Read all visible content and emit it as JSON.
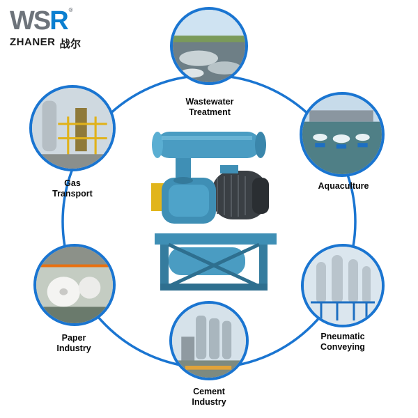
{
  "logo": {
    "mark_ws": "WS",
    "mark_r": "R",
    "registered": "®",
    "brand": "ZHANER",
    "brand_cn": "战尔"
  },
  "applications": [
    {
      "id": "wastewater",
      "line1": "Wastewater",
      "line2": "Treatment"
    },
    {
      "id": "aquaculture",
      "line1": "Aquaculture",
      "line2": ""
    },
    {
      "id": "pneumatic",
      "line1": "Pneumatic",
      "line2": "Conveying"
    },
    {
      "id": "cement",
      "line1": "Cement",
      "line2": "Industry"
    },
    {
      "id": "paper",
      "line1": "Paper",
      "line2": "Industry"
    },
    {
      "id": "gas",
      "line1": "Gas",
      "line2": "Transport"
    }
  ],
  "colors": {
    "ring": "#1a75d1",
    "machine_blue": "#3f8fb5",
    "logo_gray": "#6d737a",
    "logo_blue": "#0b7fd0"
  },
  "icons": {
    "center_product": "roots-blower-machine"
  }
}
